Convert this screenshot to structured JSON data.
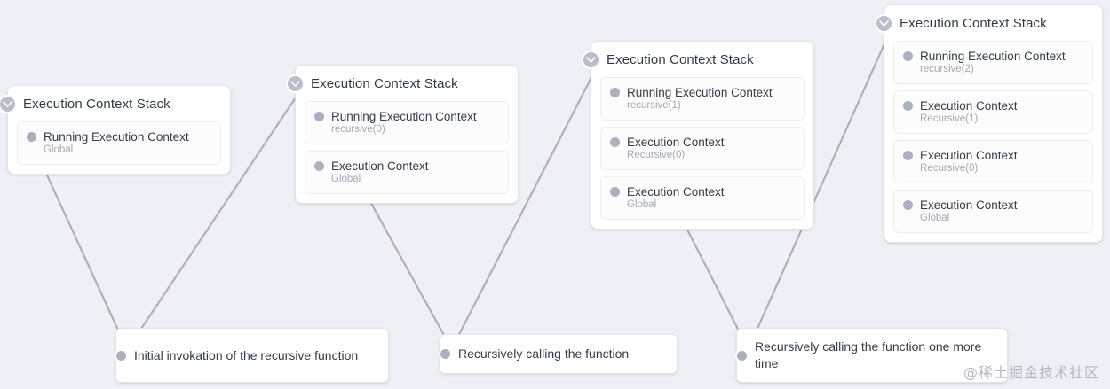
{
  "background_color": "#eef0f5",
  "edge_color": "#a9aeba",
  "accent_dot_color": "#aab0bd",
  "stacks": [
    {
      "title": "Execution Context Stack",
      "toggle_icon": "chevron-down-icon",
      "contexts": [
        {
          "title": "Running Execution Context",
          "subtitle": "Global"
        }
      ]
    },
    {
      "title": "Execution Context Stack",
      "toggle_icon": "chevron-down-icon",
      "contexts": [
        {
          "title": "Running Execution Context",
          "subtitle": "recursive(0)"
        },
        {
          "title": "Execution Context",
          "subtitle": "Global"
        }
      ]
    },
    {
      "title": "Execution Context Stack",
      "toggle_icon": "chevron-down-icon",
      "contexts": [
        {
          "title": "Running Execution Context",
          "subtitle": "recursive(1)"
        },
        {
          "title": "Execution Context",
          "subtitle": "Recursive(0)"
        },
        {
          "title": "Execution Context",
          "subtitle": "Global"
        }
      ]
    },
    {
      "title": "Execution Context Stack",
      "toggle_icon": "chevron-down-icon",
      "contexts": [
        {
          "title": "Running Execution Context",
          "subtitle": "recursive(2)"
        },
        {
          "title": "Execution Context",
          "subtitle": "Recursive(1)"
        },
        {
          "title": "Execution Context",
          "subtitle": "Recursive(0)"
        },
        {
          "title": "Execution Context",
          "subtitle": "Global"
        }
      ]
    }
  ],
  "captions": [
    {
      "text": "Initial invokation of the recursive function"
    },
    {
      "text": "Recursively calling the function"
    },
    {
      "text": "Recursively calling the function one more time"
    }
  ],
  "watermark": "@稀土掘金技术社区"
}
